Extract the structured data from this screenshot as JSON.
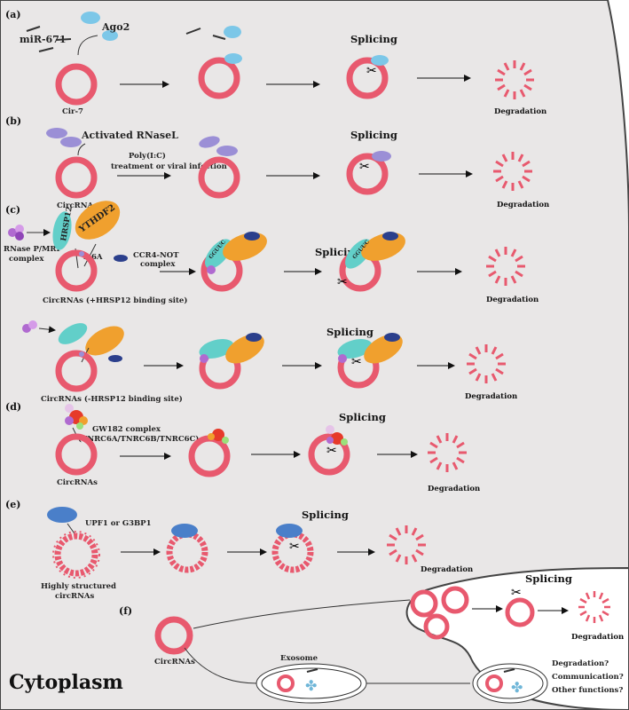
{
  "panels": {
    "a": {
      "letter": "(a)",
      "ago2": "Ago2",
      "mir": "miR-671",
      "circ": "Cir-7",
      "splicing": "Splicing",
      "degradation": "Degradation"
    },
    "b": {
      "letter": "(b)",
      "rnasel": "Activated RNaseL",
      "treat1": "Poly(I:C)",
      "treat2": "treatment or viral infection",
      "circ": "CircRNAs",
      "splicing": "Splicing",
      "degradation": "Degradation"
    },
    "c": {
      "letter": "(c)",
      "rnase1": "RNase P/MRP",
      "rnase2": "complex",
      "hrsp12": "HRSP12",
      "ythdf2": "YTHDF2",
      "m6a": "m6A",
      "ccr1": "CCR4-NOT",
      "ccr2": "complex",
      "gguuc": "GGUUC",
      "circ_plus": "CircRNAs (+HRSP12 binding site)",
      "circ_minus": "CircRNAs (-HRSP12 binding site)",
      "splicing": "Splicing",
      "degradation": "Degradation"
    },
    "d": {
      "letter": "(d)",
      "gw1": "GW182 complex",
      "gw2": "(TNRC6A/TNRC6B/TNRC6C)",
      "circ": "CircRNAs",
      "splicing": "Splicing",
      "degradation": "Degradation"
    },
    "e": {
      "letter": "(e)",
      "upf": "UPF1 or G3BP1",
      "circ1": "Highly structured",
      "circ2": "circRNAs",
      "splicing": "Splicing",
      "degradation": "Degradation"
    },
    "f": {
      "letter": "(f)",
      "circ": "CircRNAs",
      "exosome": "Exosome",
      "splicing": "Splicing",
      "degradation": "Degradation",
      "q1": "Degradation?",
      "q2": "Communication?",
      "q3": "Other functions?"
    }
  },
  "cytoplasm": "Cytoplasm",
  "colors": {
    "ring": "#e8596e",
    "ago2": "#7cc7e8",
    "rnasel": "#9b8fd6",
    "ythdf2": "#f0a02e",
    "hrsp12": "#62cfc9",
    "ccr4": "#2b3f8c",
    "rnasep": "#b06ad0",
    "upf": "#4a7fc9",
    "cell_bg": "#e9e7e7"
  }
}
